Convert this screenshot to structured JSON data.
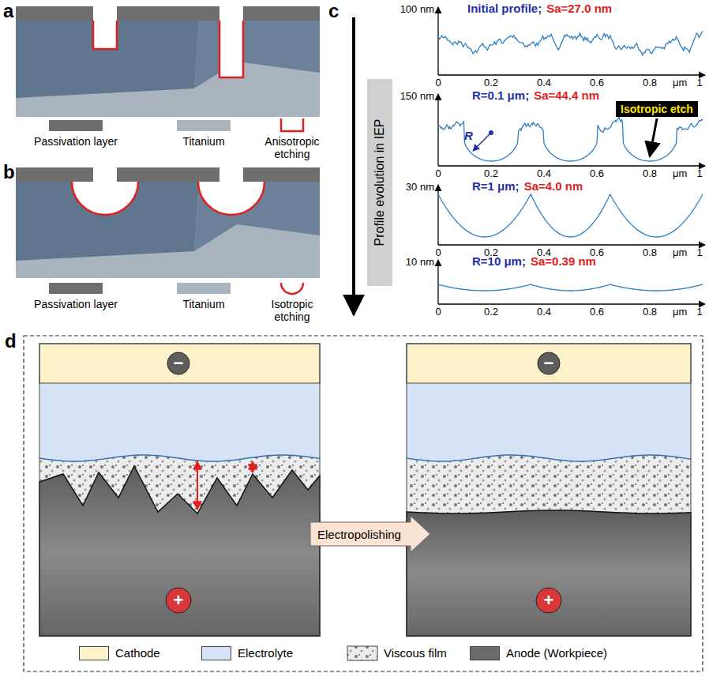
{
  "diagram": {
    "nodes": [
      {
        "text": [
          "Profile evolution in IEP"
        ]
      },
      {
        "text": [
          "Isotropic etch"
        ]
      },
      {
        "text": [
          "−"
        ]
      },
      {
        "text": [
          "+"
        ]
      },
      {
        "text": [
          "Electropolishing"
        ]
      },
      {
        "text": [
          "−"
        ]
      },
      {
        "text": [
          "+"
        ]
      }
    ],
    "labels": [
      "a",
      "b",
      "c",
      "d",
      "Initial profile;",
      "Sa=27.0 nm",
      "100 nm",
      "0",
      "0.2",
      "0.4",
      "0.6",
      "0.8",
      "μm",
      "1",
      "R=0.1 μm;",
      "Sa=44.4 nm",
      "150 nm",
      "0",
      "0.2",
      "0.4",
      "0.6",
      "0.8",
      "μm",
      "1",
      "R",
      "R=1 μm;",
      "Sa=4.0 nm",
      "30 nm",
      "0",
      "0.2",
      "0.4",
      "0.6",
      "0.8",
      "μm",
      "1",
      "R=10 μm;",
      "Sa=0.39 nm",
      "10 nm",
      "0",
      "0.2",
      "0.4",
      "0.6",
      "0.8",
      "μm",
      "1"
    ],
    "legend": [
      {
        "text": "Passivation layer",
        "color": "#6e6e6e"
      },
      {
        "text": "Titanium",
        "color": "#a9b4bf"
      },
      {
        "text": "Anisotropic etching"
      },
      {
        "text": "Passivation layer",
        "color": "#6e6e6e"
      },
      {
        "text": "Titanium",
        "color": "#a9b4bf"
      },
      {
        "text": "Isotropic etching"
      },
      {
        "text": "Cathode",
        "color": "#fdf1c9"
      },
      {
        "text": "Electrolyte",
        "color": "#d5e3f4"
      },
      {
        "text": "Viscous film"
      },
      {
        "text": "Anode (Workpiece)",
        "color": "#6b6b6b"
      }
    ]
  }
}
